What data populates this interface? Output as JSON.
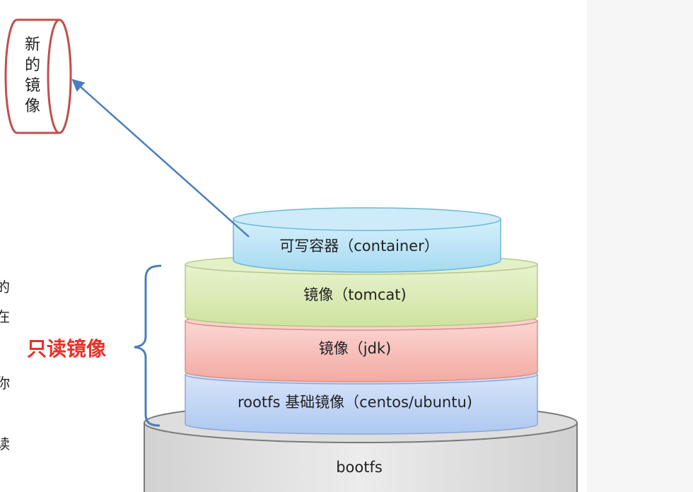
{
  "new_image": {
    "chars": [
      "新",
      "的",
      "镜",
      "像"
    ]
  },
  "readonly_label": "只读镜像",
  "layers": {
    "container": "可写容器（container）",
    "tomcat": "镜像（tomcat)",
    "jdk": "镜像（jdk)",
    "rootfs": "rootfs 基础镜像（centos/ubuntu)",
    "bootfs": "bootfs"
  },
  "edge_fragments": [
    "的",
    "在",
    "你",
    "读"
  ],
  "colors": {
    "red_outline": "#c0504d",
    "arrow": "#4a7ebb",
    "readonly_text": "#e8312a",
    "container_fill": "#bfe5f5",
    "tomcat_fill": "#dcebb8",
    "jdk_fill": "#f7c5c0",
    "rootfs_fill": "#c7d8f5",
    "bootfs_fill": "#e3e3e3"
  }
}
